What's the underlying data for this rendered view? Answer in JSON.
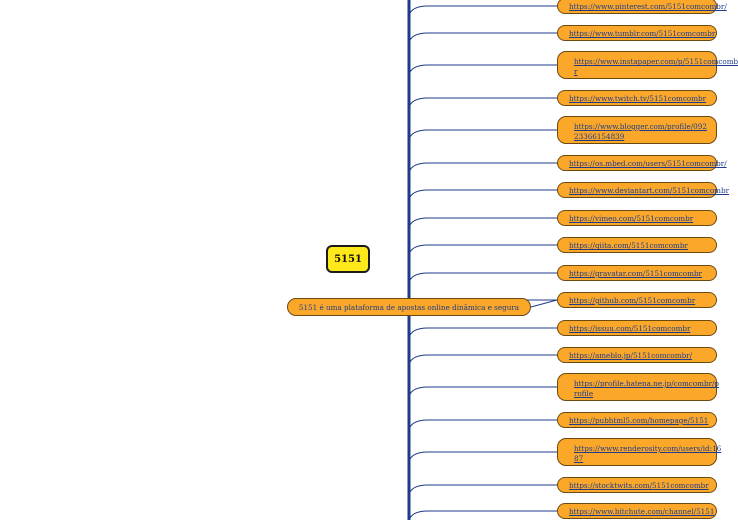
{
  "root": {
    "label": "5151"
  },
  "branch": {
    "label": "5151 é uma plataforma de apostas online dinâmica e segura"
  },
  "colors": {
    "root_fill": "#ffe81a",
    "node_fill": "#fba82a",
    "line": "#1f3b8a",
    "text": "#1f3b8a"
  },
  "links": [
    {
      "line1": "https://www.pinterest.com/5151comcombr/"
    },
    {
      "line1": "https://www.tumblr.com/5151comcombr"
    },
    {
      "line1": "https://www.instapaper.com/p/5151comcomb",
      "line2": "r"
    },
    {
      "line1": "https://www.twitch.tv/5151comcombr"
    },
    {
      "line1": "https://www.blogger.com/profile/092",
      "line2": "23366154839"
    },
    {
      "line1": "https://os.mbed.com/users/5151comcombr/"
    },
    {
      "line1": "https://www.deviantart.com/5151comcombr"
    },
    {
      "line1": "https://vimeo.com/5151comcombr"
    },
    {
      "line1": "https://qiita.com/5151comcombr"
    },
    {
      "line1": "https://gravatar.com/5151comcombr"
    },
    {
      "line1": "https://github.com/5151comcombr"
    },
    {
      "line1": "https://issuu.com/5151comcombr"
    },
    {
      "line1": "https://ameblo.jp/5151comcombr/"
    },
    {
      "line1": "https://profile.hatena.ne.jp/comcombr/p",
      "line2": "rofile"
    },
    {
      "line1": "https://pubhtml5.com/homepage/5151"
    },
    {
      "line1": "https://www.renderosity.com/users/id:16",
      "line2": "87"
    },
    {
      "line1": "https://stocktwits.com/5151comcombr"
    },
    {
      "line1": "https://www.bitchute.com/channel/5151"
    }
  ]
}
